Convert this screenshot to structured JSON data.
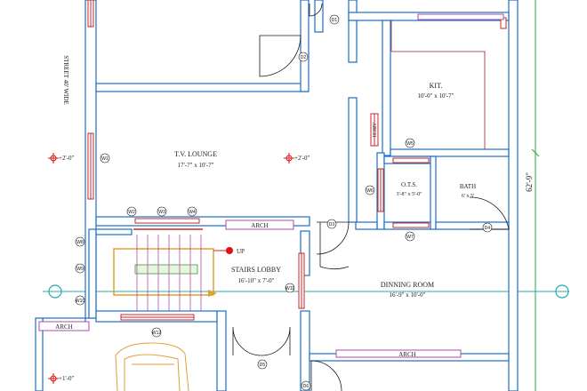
{
  "rooms": {
    "kit_name": "KIT.",
    "kit_size": "10'-0\" x 10'-7\"",
    "tv_name": "T.V. LOUNGE",
    "tv_size": "17'-7\" x 10'-7\"",
    "ots_name": "O.T.S.",
    "ots_size": "3'-8\" x 5'-0\"",
    "bath_name": "BATH",
    "bath_size": "6' x 5'",
    "stairs_name": "STAIRS LOBBY",
    "stairs_size": "16'-10\" x 7'-0\"",
    "dining_name": "DINNING ROOM",
    "dining_size": "16'-9\" x 10'-0\""
  },
  "labels": {
    "street": "STREET 40' WIDE",
    "arch_lounge": "ARCH",
    "arch_left": "ARCH",
    "arch_dining": "ARCH",
    "arch_kitchen": "ARCH",
    "up": "UP",
    "overall_dim": "62'-9\"",
    "level_left": "+2'-0\"",
    "level_center": "+2'-0\"",
    "level_bottom": "+1'-0\""
  },
  "tags": {
    "d1": "D1",
    "d2": "D2",
    "d3": "D3",
    "d4": "D4",
    "d5": "D5",
    "d6": "D6",
    "w1": "W1",
    "w2": "W2",
    "w3": "W3",
    "w4": "W4",
    "w5": "W5",
    "w6": "W6",
    "w7": "W7",
    "w8": "W8",
    "w9": "W9",
    "w10": "W10",
    "w11": "W11",
    "w12": "W12"
  },
  "colors": {
    "wall": "#1a6fc4",
    "wall_fill": "#ffffff",
    "window": "#c62828",
    "arch": "#b04aa8",
    "dimension": "#2e9e3a",
    "grid": "#2aa8a8",
    "marker": "#e01010",
    "stair_highlight": "#e0a030"
  }
}
